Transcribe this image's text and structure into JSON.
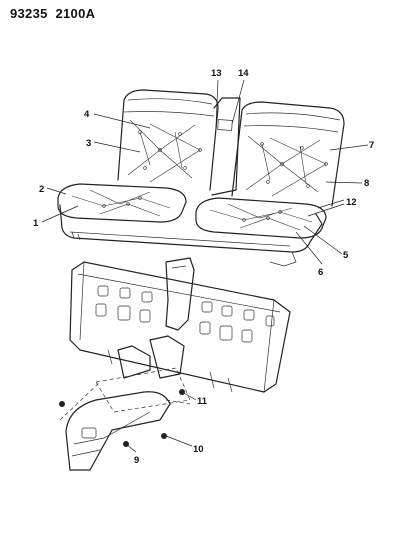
{
  "header": {
    "ref_number": "93235",
    "ref_code": "2100A"
  },
  "callouts": [
    "1",
    "2",
    "3",
    "4",
    "5",
    "6",
    "7",
    "8",
    "9",
    "10",
    "11",
    "12",
    "13",
    "14"
  ]
}
